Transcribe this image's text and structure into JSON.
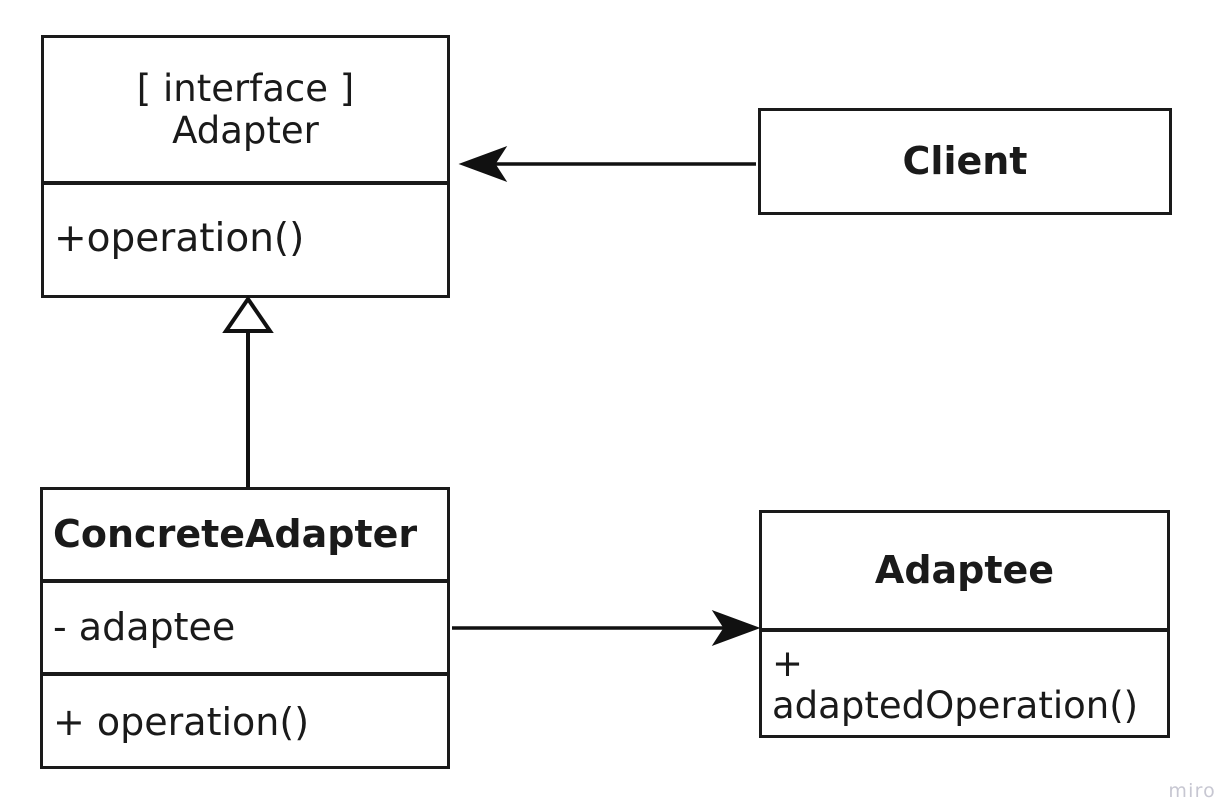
{
  "diagram": {
    "title": "Adapter Pattern UML Class Diagram",
    "type": "uml-class-diagram",
    "background_color": "#ffffff",
    "stroke_color": "#1a1a1a",
    "watermark": "miro",
    "watermark_color": "#c7c7d2"
  },
  "classes": {
    "adapter": {
      "stereotype": "[ interface ]",
      "name": "Adapter",
      "operations": "+operation()"
    },
    "client": {
      "name": "Client"
    },
    "concrete_adapter": {
      "name": "ConcreteAdapter",
      "attributes": "- adaptee",
      "operations": "+ operation()"
    },
    "adaptee": {
      "name": "Adaptee",
      "operations": "+ adaptedOperation()"
    }
  },
  "relationships": [
    {
      "id": "client-to-adapter",
      "from": "Client",
      "to": "Adapter",
      "kind": "association",
      "arrowhead": "solid-filled",
      "direction": "left"
    },
    {
      "id": "concreteadapter-to-adapter",
      "from": "ConcreteAdapter",
      "to": "Adapter",
      "kind": "realization",
      "arrowhead": "hollow-triangle",
      "direction": "up"
    },
    {
      "id": "concreteadapter-to-adaptee",
      "from": "ConcreteAdapter",
      "to": "Adaptee",
      "kind": "association",
      "arrowhead": "solid-filled",
      "direction": "right"
    }
  ]
}
